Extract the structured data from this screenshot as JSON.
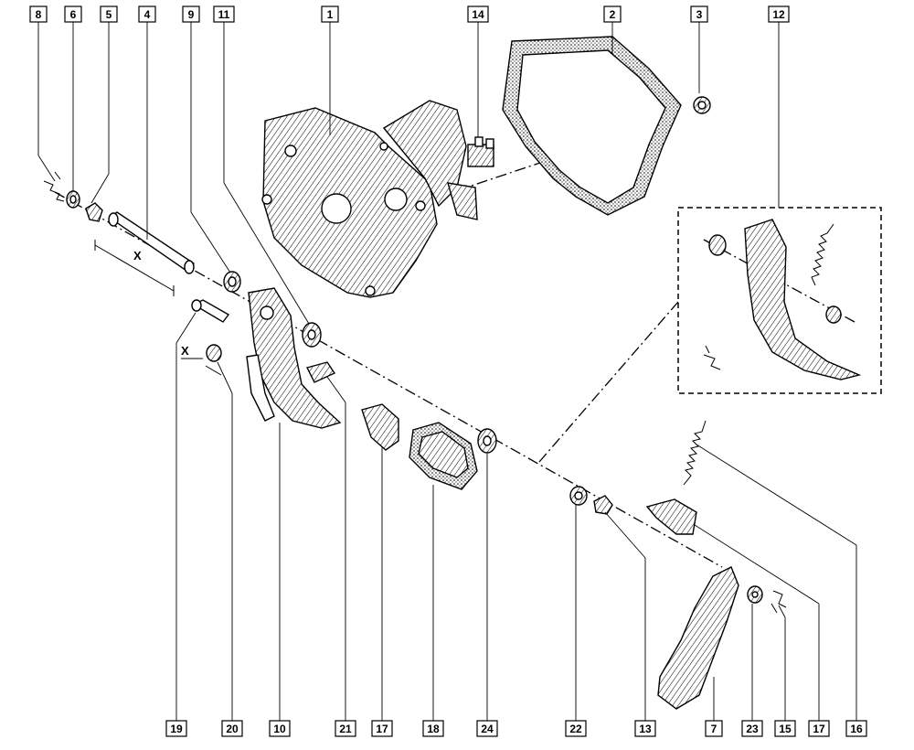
{
  "callouts": {
    "c8": "8",
    "c6": "6",
    "c5": "5",
    "c4": "4",
    "c9": "9",
    "c11": "11",
    "c1": "1",
    "c14": "14",
    "c2": "2",
    "c3": "3",
    "c12": "12",
    "c19": "19",
    "c20": "20",
    "c10": "10",
    "c21": "21",
    "c17a": "17",
    "c18": "18",
    "c24": "24",
    "c22": "22",
    "c13": "13",
    "c7": "7",
    "c23": "23",
    "c15": "15",
    "c17b": "17",
    "c16": "16"
  },
  "dimensions": {
    "x_shaft": "X",
    "x_nut": "X"
  }
}
